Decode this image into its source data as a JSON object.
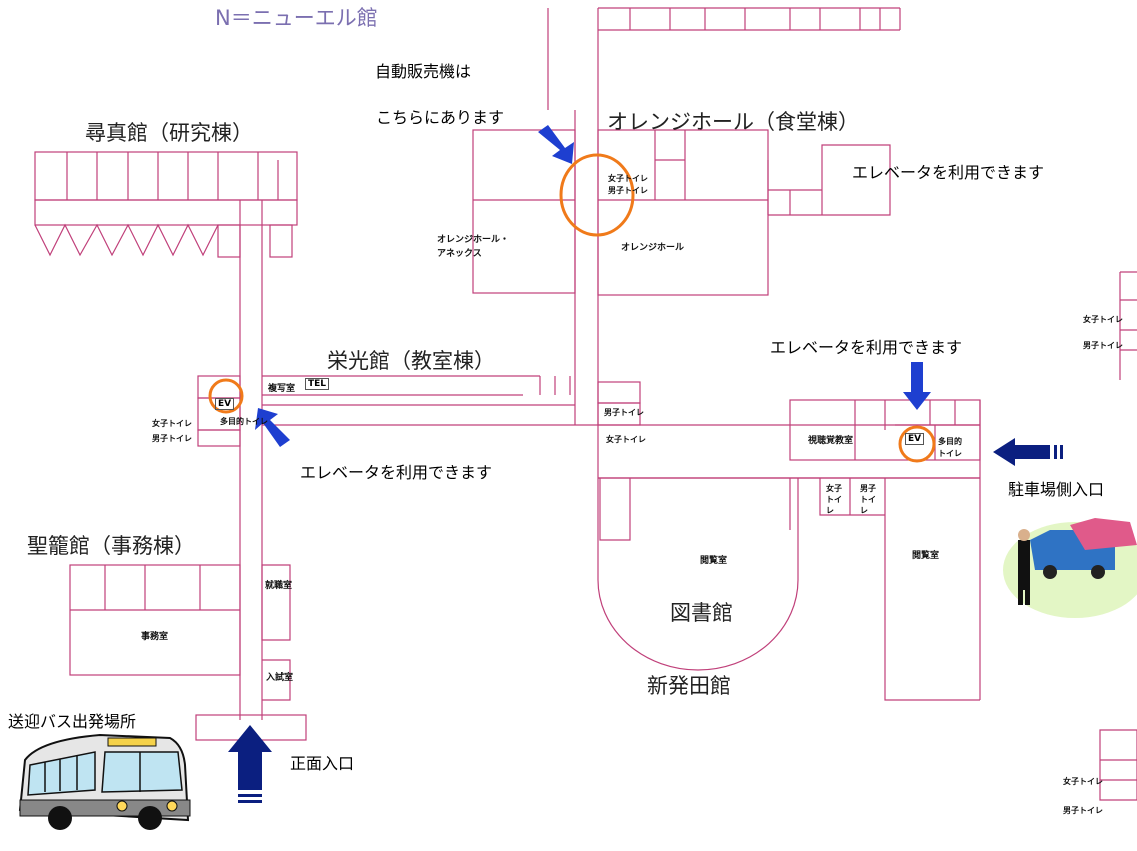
{
  "header": {
    "partial_title": "N＝ニューエル館"
  },
  "buildings": {
    "jinshin": "尋真館（研究棟）",
    "eiko": "栄光館（教室棟）",
    "seiryu": "聖籠館（事務棟）",
    "orange_hall": "オレンジホール（食堂棟）",
    "library": "図書館",
    "shinhotta": "新発田館"
  },
  "rooms": {
    "orange_annex_1": "オレンジホール・",
    "orange_annex_2": "アネックス",
    "orange_hall": "オレンジホール",
    "office": "事務室",
    "admissions": "入試室",
    "career": "就職室",
    "reading_left": "閲覧室",
    "reading_right": "閲覧室",
    "av_room": "視聴覚教室",
    "print_room": "複写室",
    "tel": "TEL",
    "ev": "EV"
  },
  "toilets": {
    "female": "女子トイレ",
    "male": "男子トイレ",
    "multi": "多目的トイレ",
    "female_short_1": "女子",
    "female_short_2": "トイ",
    "female_short_3": "レ",
    "male_short_1": "男子",
    "male_short_2": "トイ",
    "male_short_3": "レ",
    "multi_short_1": "多目的",
    "multi_short_2": "トイレ"
  },
  "notes": {
    "vending_1": "自動販売機は",
    "vending_2": "こちらにあります",
    "elevator_orange": "エレベータを利用できます",
    "elevator_library": "エレベータを利用できます",
    "elevator_eiko": "エレベータを利用できます",
    "parking_entrance": "駐車場側入口",
    "bus_stop": "送迎バス出発場所",
    "front_entrance": "正面入口"
  },
  "colors": {
    "wall": "#c0407a",
    "highlight": "#f07a1a",
    "arrow": "#1e3fd0",
    "arrow_dark": "#0b1f80",
    "header": "#7b6fb0"
  },
  "icons": [
    "bus-icon",
    "parking-car-icon"
  ]
}
